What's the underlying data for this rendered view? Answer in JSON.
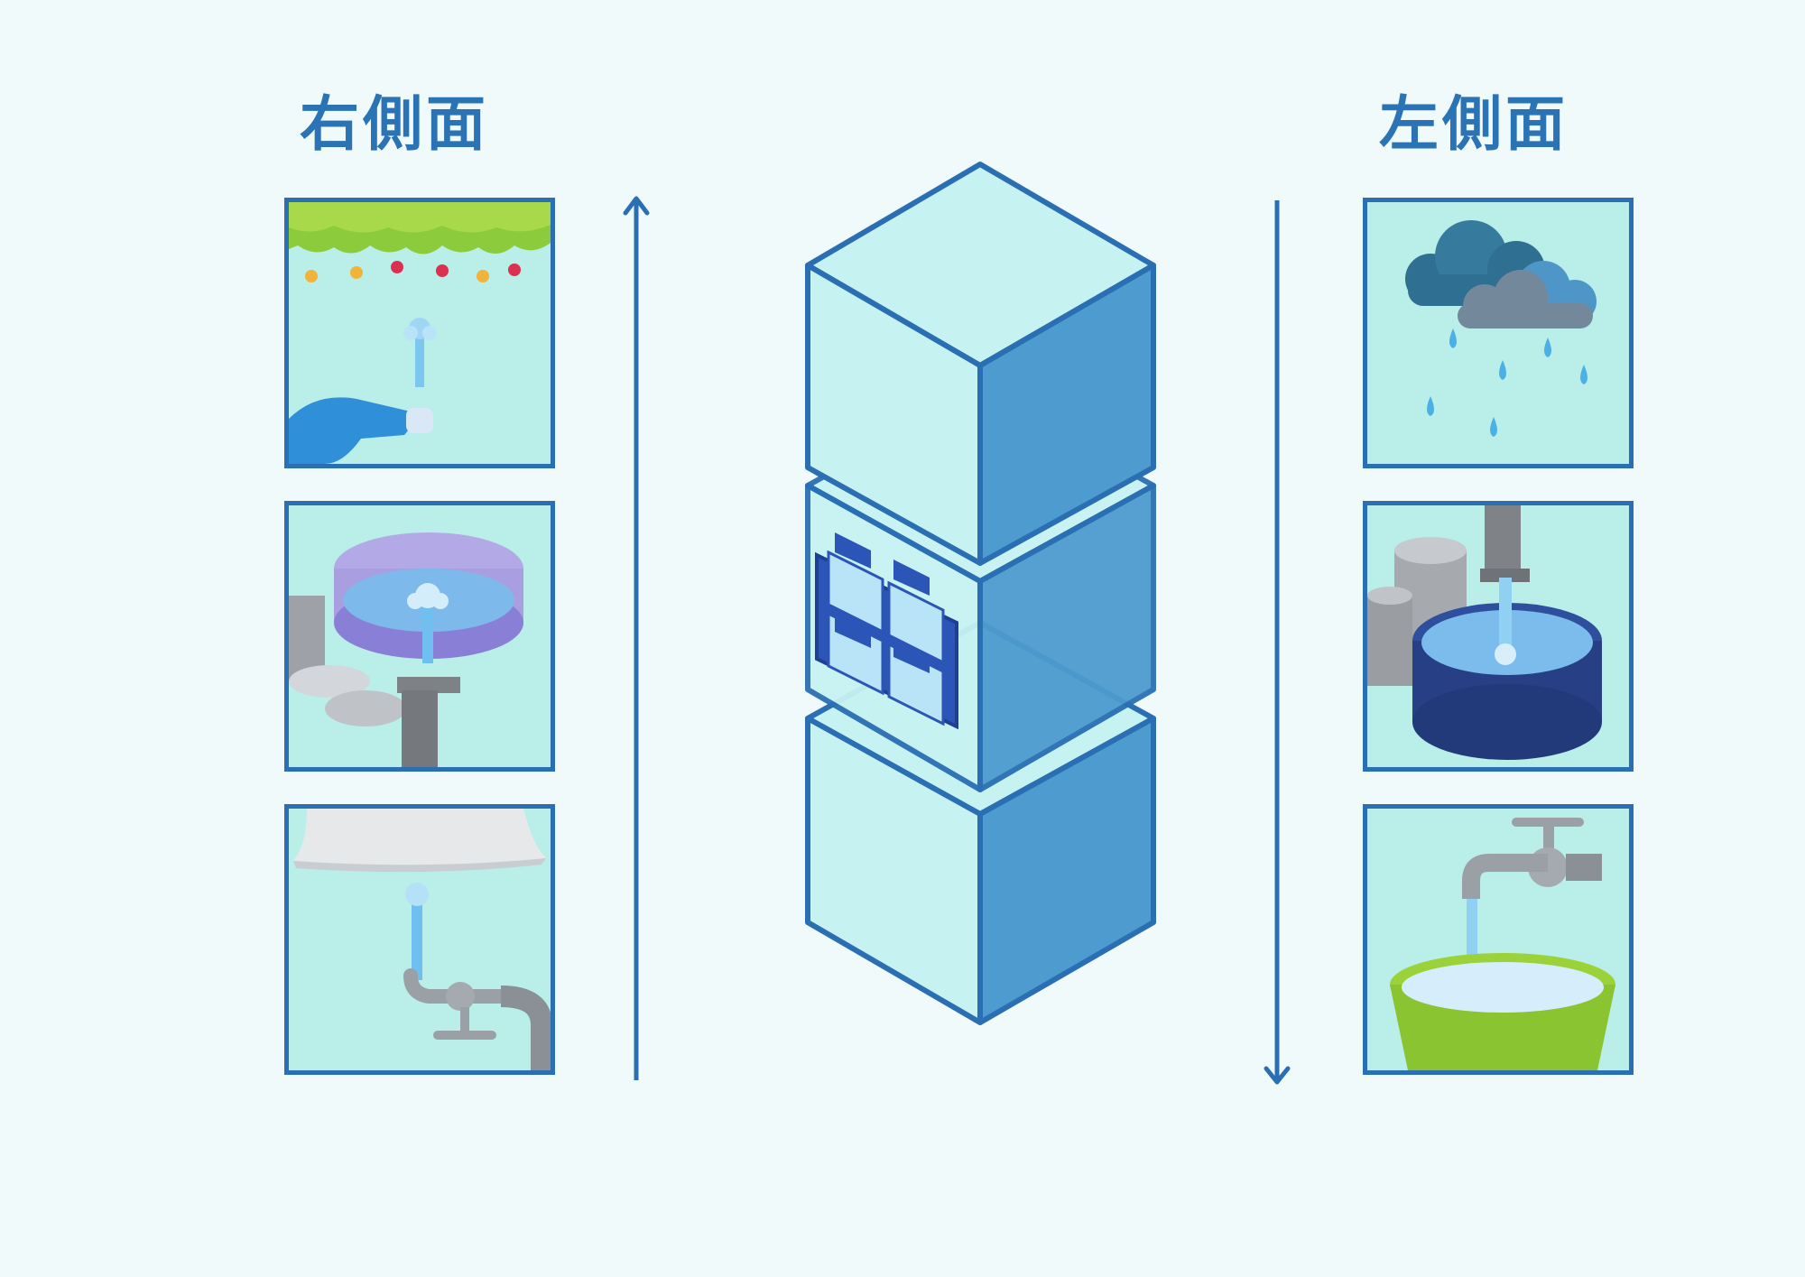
{
  "headings": {
    "right": "右側面",
    "left": "左側面"
  },
  "colors": {
    "heading": "#2a73b4",
    "panel_border": "#2a6fb3",
    "panel_fill": "#b9eee9",
    "cube_face_light": "#c7f2f2",
    "cube_face_dark": "#4d9bcf",
    "cube_stroke": "#2a6fb3"
  },
  "panels_right": [
    {
      "id": "plants-tube",
      "icons": [
        "flower-vine-icon",
        "water-splash-icon",
        "sleeve-hand-icon"
      ]
    },
    {
      "id": "filter-tank",
      "icons": [
        "round-tank-icon",
        "water-jet-icon",
        "pipe-icon"
      ]
    },
    {
      "id": "faucet-up",
      "icons": [
        "cloth-filter-icon",
        "water-jet-icon",
        "faucet-icon"
      ]
    }
  ],
  "panels_left": [
    {
      "id": "rain-cloud",
      "icons": [
        "cloud-icon",
        "raindrop-icon"
      ]
    },
    {
      "id": "reservoir",
      "icons": [
        "tank-icon",
        "round-pool-icon",
        "water-stream-icon"
      ]
    },
    {
      "id": "faucet-bucket",
      "icons": [
        "faucet-icon",
        "bucket-icon"
      ]
    }
  ],
  "arrows": [
    {
      "id": "right-side-flow",
      "direction": "up"
    },
    {
      "id": "left-side-flow",
      "direction": "down"
    }
  ],
  "cube_stack": {
    "cubes": 3,
    "middle_icon": "filter-media-icon"
  }
}
